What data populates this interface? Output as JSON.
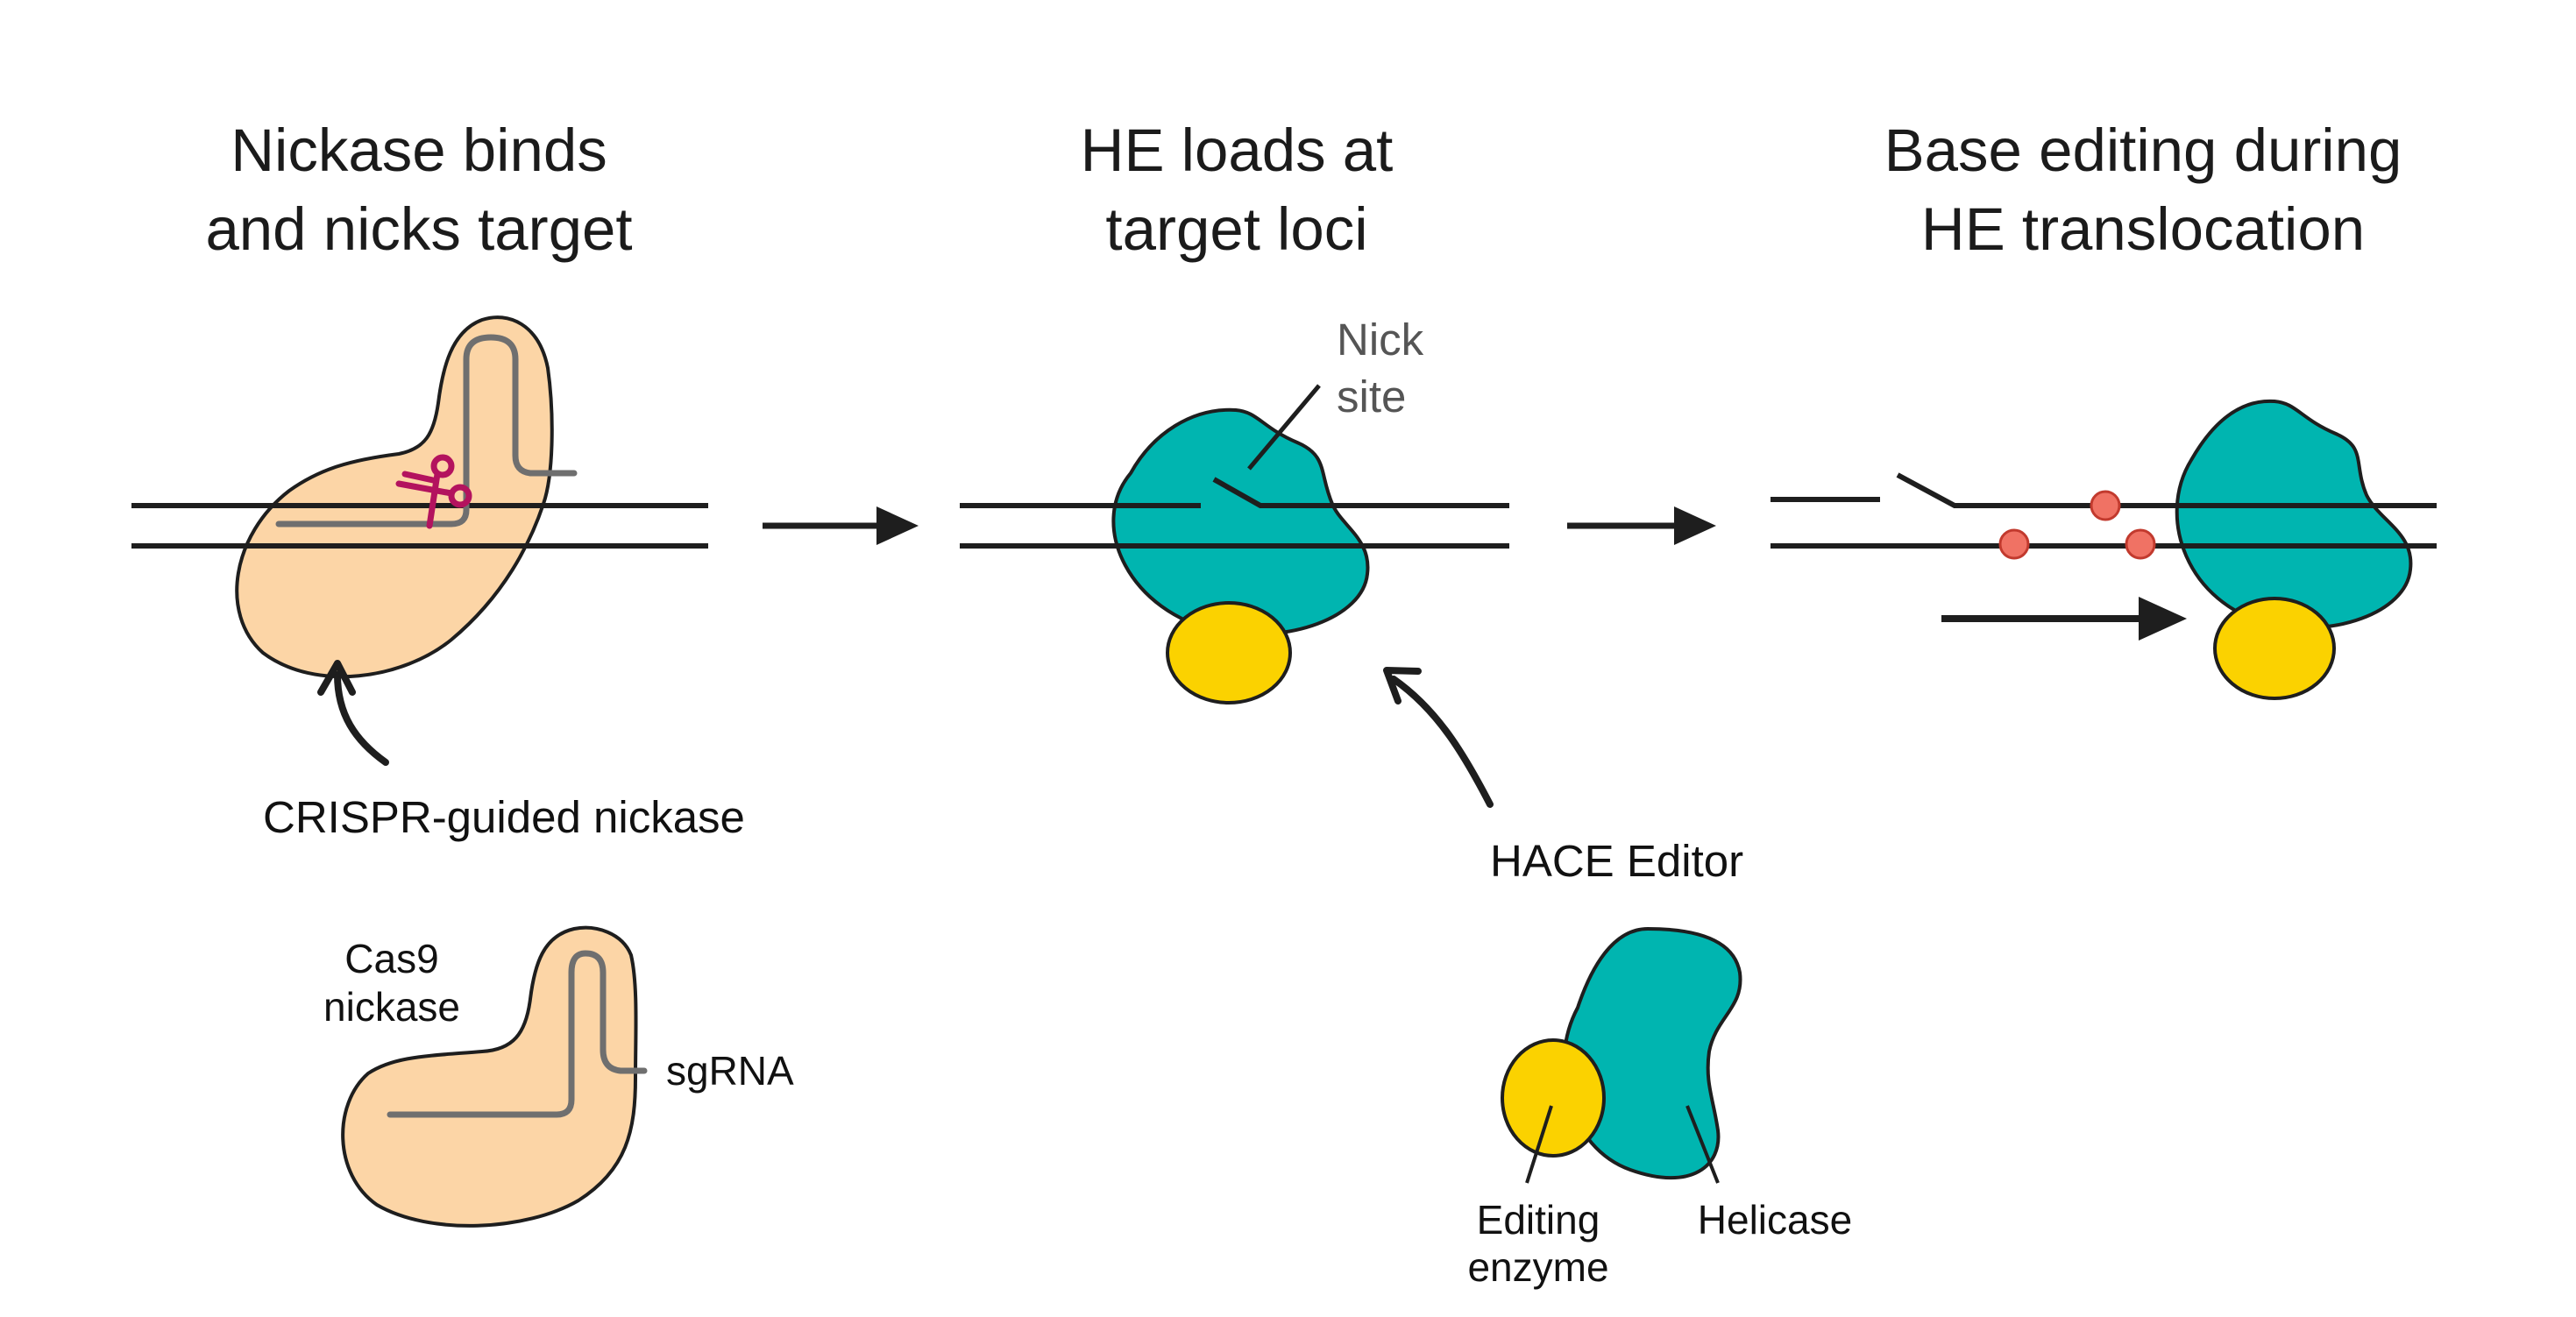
{
  "steps": [
    {
      "title_line1": "Nickase binds",
      "title_line2": "and nicks target"
    },
    {
      "title_line1": "HE loads at",
      "title_line2": "target loci"
    },
    {
      "title_line1": "Base editing during",
      "title_line2": "HE translocation"
    }
  ],
  "annotations": {
    "nick_site_line1": "Nick",
    "nick_site_line2": "site",
    "crispr_nickase": "CRISPR-guided nickase",
    "hace_editor": "HACE Editor"
  },
  "legend_nickase": {
    "cas9_line1": "Cas9",
    "cas9_line2": "nickase",
    "sgrna": "sgRNA"
  },
  "legend_hace": {
    "editing_line1": "Editing",
    "editing_line2": "enzyme",
    "helicase": "Helicase"
  },
  "colors": {
    "nickase_fill": "#fcd5a6",
    "helicase_fill": "#00b5b0",
    "editing_enzyme_fill": "#fbd200",
    "edit_mark_fill": "#f07264",
    "scissors": "#b3135e",
    "dna_line": "#1e1e1e",
    "sgrna_line": "#6f6f6f"
  }
}
